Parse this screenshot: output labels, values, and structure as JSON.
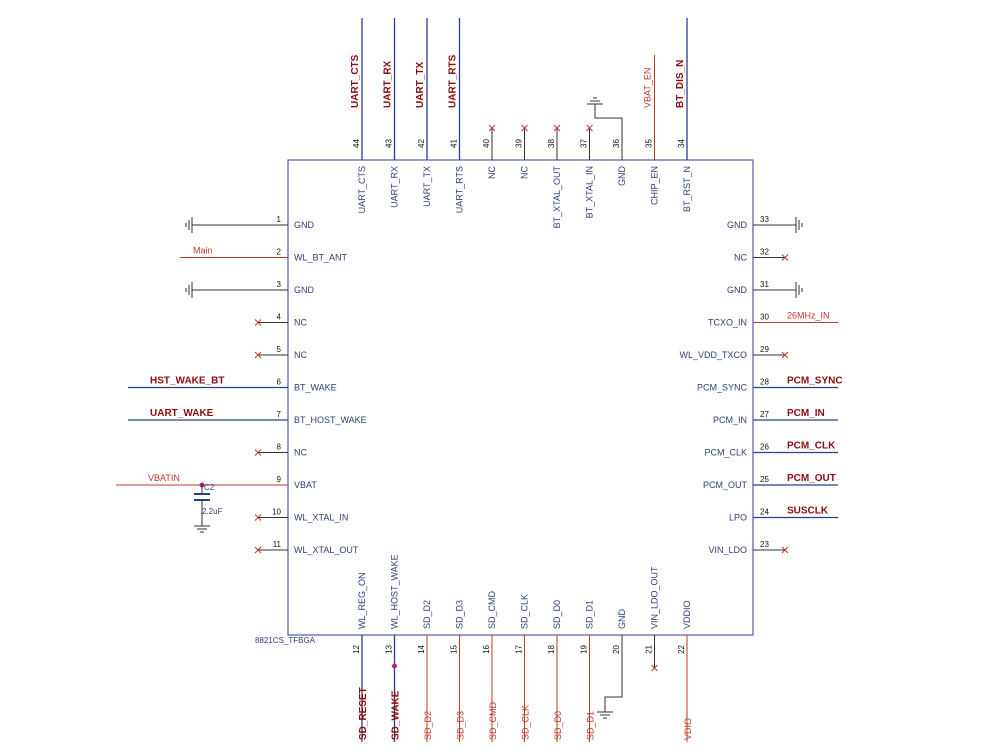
{
  "chip": {
    "refdes": "8821CS_TFBGA"
  },
  "capacitor": {
    "refdes": "C2",
    "value": "2.2uF"
  },
  "colors": {
    "wire": "#c0392b",
    "bus": "#2c3e8a",
    "label": "#8b0d0d",
    "pin_text": "#2f3f7a",
    "chip_outline": "#5a5aa8"
  },
  "pins_left": [
    {
      "num": "1",
      "name": "GND",
      "conn": "gnd"
    },
    {
      "num": "2",
      "name": "WL_BT_ANT",
      "conn": "net",
      "net": "Main",
      "style": "thin"
    },
    {
      "num": "3",
      "name": "GND",
      "conn": "gnd"
    },
    {
      "num": "4",
      "name": "NC",
      "conn": "nc"
    },
    {
      "num": "5",
      "name": "NC",
      "conn": "nc"
    },
    {
      "num": "6",
      "name": "BT_WAKE",
      "conn": "net",
      "net": "HST_WAKE_BT",
      "style": "bold"
    },
    {
      "num": "7",
      "name": "BT_HOST_WAKE",
      "conn": "net",
      "net": "UART_WAKE",
      "style": "bold"
    },
    {
      "num": "8",
      "name": "NC",
      "conn": "nc"
    },
    {
      "num": "9",
      "name": "VBAT",
      "conn": "net",
      "net": "VBATIN",
      "style": "thin"
    },
    {
      "num": "10",
      "name": "WL_XTAL_IN",
      "conn": "nc"
    },
    {
      "num": "11",
      "name": "WL_XTAL_OUT",
      "conn": "nc"
    }
  ],
  "pins_right": [
    {
      "num": "33",
      "name": "GND",
      "conn": "gnd"
    },
    {
      "num": "32",
      "name": "NC",
      "conn": "nc"
    },
    {
      "num": "31",
      "name": "GND",
      "conn": "gnd"
    },
    {
      "num": "30",
      "name": "TCXO_IN",
      "conn": "net",
      "net": "26MHz_IN",
      "style": "thin"
    },
    {
      "num": "29",
      "name": "WL_VDD_TXCO",
      "conn": "nc"
    },
    {
      "num": "28",
      "name": "PCM_SYNC",
      "conn": "net",
      "net": "PCM_SYNC",
      "style": "bold"
    },
    {
      "num": "27",
      "name": "PCM_IN",
      "conn": "net",
      "net": "PCM_IN",
      "style": "bold"
    },
    {
      "num": "26",
      "name": "PCM_CLK",
      "conn": "net",
      "net": "PCM_CLK",
      "style": "bold"
    },
    {
      "num": "25",
      "name": "PCM_OUT",
      "conn": "net",
      "net": "PCM_OUT",
      "style": "bold"
    },
    {
      "num": "24",
      "name": "LPO",
      "conn": "net",
      "net": "SUSCLK",
      "style": "bold"
    },
    {
      "num": "23",
      "name": "VIN_LDO",
      "conn": "nc"
    }
  ],
  "pins_top": [
    {
      "num": "44",
      "name": "UART_CTS",
      "conn": "net",
      "net": "UART_CTS",
      "style": "bold"
    },
    {
      "num": "43",
      "name": "UART_RX",
      "conn": "net",
      "net": "UART_RX",
      "style": "bold"
    },
    {
      "num": "42",
      "name": "UART_TX",
      "conn": "net",
      "net": "UART_TX",
      "style": "bold"
    },
    {
      "num": "41",
      "name": "UART_RTS",
      "conn": "net",
      "net": "UART_RTS",
      "style": "bold"
    },
    {
      "num": "40",
      "name": "NC",
      "conn": "nc"
    },
    {
      "num": "39",
      "name": "NC",
      "conn": "nc"
    },
    {
      "num": "38",
      "name": "BT_XTAL_OUT",
      "conn": "nc"
    },
    {
      "num": "37",
      "name": "BT_XTAL_IN",
      "conn": "nc"
    },
    {
      "num": "36",
      "name": "GND",
      "conn": "gnd"
    },
    {
      "num": "35",
      "name": "CHIP_EN",
      "conn": "net",
      "net": "VBAT_EN",
      "style": "thin"
    },
    {
      "num": "34",
      "name": "BT_RST_N",
      "conn": "net",
      "net": "BT_DIS_N",
      "style": "bold"
    }
  ],
  "pins_bottom": [
    {
      "num": "12",
      "name": "WL_REG_ON",
      "conn": "net",
      "net": "SD_RESET",
      "style": "bold"
    },
    {
      "num": "13",
      "name": "WL_HOST_WAKE",
      "conn": "net",
      "net": "SD_WAKE",
      "style": "bold"
    },
    {
      "num": "14",
      "name": "SD_D2",
      "conn": "net",
      "net": "SD_D2",
      "style": "thin"
    },
    {
      "num": "15",
      "name": "SD_D3",
      "conn": "net",
      "net": "SD_D3",
      "style": "thin"
    },
    {
      "num": "16",
      "name": "SD_CMD",
      "conn": "net",
      "net": "SD_CMD",
      "style": "thin"
    },
    {
      "num": "17",
      "name": "SD_CLK",
      "conn": "net",
      "net": "SD_CLK",
      "style": "thin"
    },
    {
      "num": "18",
      "name": "SD_D0",
      "conn": "net",
      "net": "SD_D0",
      "style": "thin"
    },
    {
      "num": "19",
      "name": "SD_D1",
      "conn": "net",
      "net": "SD_D1",
      "style": "thin"
    },
    {
      "num": "20",
      "name": "GND",
      "conn": "gnd"
    },
    {
      "num": "21",
      "name": "VIN_LDO_OUT",
      "conn": "nc"
    },
    {
      "num": "22",
      "name": "VDDIO",
      "conn": "net",
      "net": "VDIO",
      "style": "thin"
    }
  ]
}
